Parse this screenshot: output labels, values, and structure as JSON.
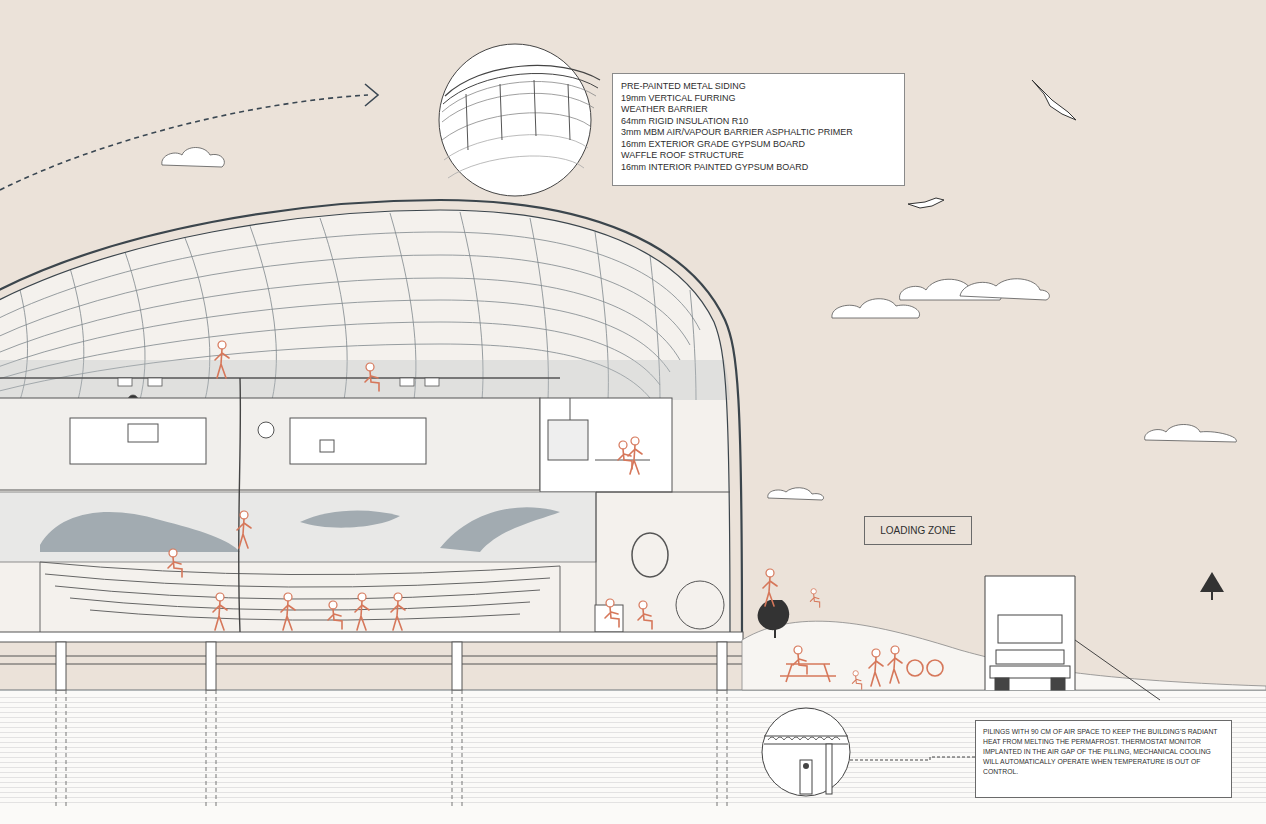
{
  "diagram": {
    "nodes": [
      {
        "text": [
          "PRE-PAINTED METAL SIDING",
          "19mm VERTICAL FURRING",
          "WEATHER BARRIER",
          "64mm RIGID INSULATION R10",
          "3mm MBM AIR/VAPOUR BARRIER ASPHALTIC PRIMER",
          "16mm EXTERIOR GRADE GYPSUM BOARD",
          "WAFFLE ROOF STRUCTURE",
          "16mm INTERIOR PAINTED GYPSUM BOARD"
        ]
      },
      {
        "text": [
          "LOADING ZONE"
        ]
      },
      {
        "text": [
          "PILINGS WITH 90 CM OF AIR SPACE TO KEEP THE BUILDING'S RADIANT HEAT FROM MELTING THE PERMAFROST. THERMOSTAT MONITOR IMPLANTED IN THE AIR GAP OF THE PILLING, MECHANICAL COOLING WILL AUTOMATICALLY OPERATE WHEN TEMPERATURE IS OUT OF CONTROL."
        ]
      }
    ]
  }
}
